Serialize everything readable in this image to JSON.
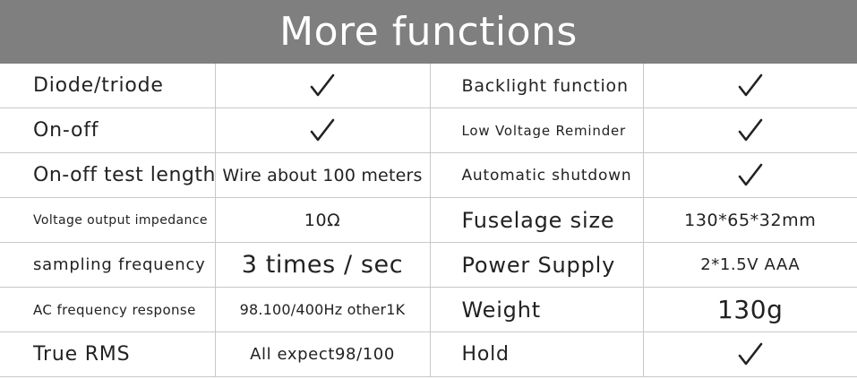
{
  "header": {
    "title": "More functions"
  },
  "rows": [
    {
      "left_label": "Diode/triode",
      "left_value": "",
      "left_check": true,
      "right_label": "Backlight function",
      "right_value": "",
      "right_check": true
    },
    {
      "left_label": "On-off",
      "left_value": "",
      "left_check": true,
      "right_label": "Low Voltage Reminder",
      "right_value": "",
      "right_check": true
    },
    {
      "left_label": "On-off test length",
      "left_value": "Wire about 100 meters",
      "left_check": false,
      "right_label": "Automatic shutdown",
      "right_value": "",
      "right_check": true
    },
    {
      "left_label": "Voltage output impedance",
      "left_value": "10Ω",
      "left_check": false,
      "right_label": "Fuselage size",
      "right_value": "130*65*32mm",
      "right_check": false
    },
    {
      "left_label": "sampling frequency",
      "left_value": "3 times / sec",
      "left_check": false,
      "right_label": "Power Supply",
      "right_value": "2*1.5V AAA",
      "right_check": false
    },
    {
      "left_label": "AC frequency response",
      "left_value": "98.100/400Hz other1K",
      "left_check": false,
      "right_label": "Weight",
      "right_value": "130g",
      "right_check": false
    },
    {
      "left_label": "True RMS",
      "left_value": "All expect98/100",
      "left_check": false,
      "right_label": "Hold",
      "right_value": "",
      "right_check": true
    }
  ],
  "icons": {
    "check": "check-mark-icon"
  },
  "colors": {
    "header_bg": "#7f7f7f",
    "header_text": "#ffffff",
    "grid": "#c8c8c8",
    "text": "#222222"
  }
}
